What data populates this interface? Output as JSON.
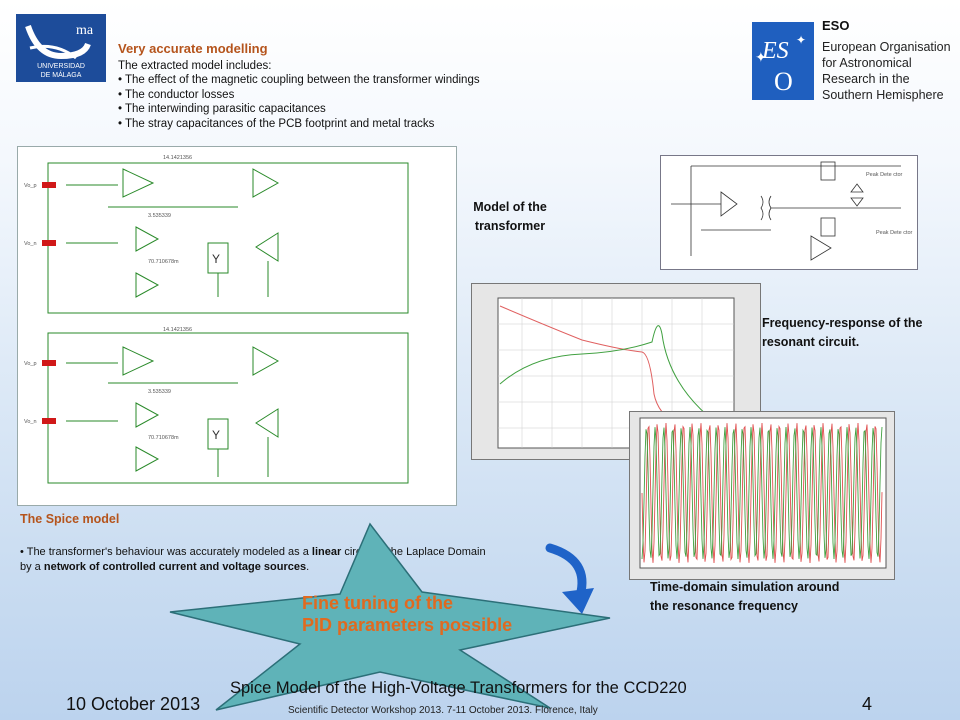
{
  "logos": {
    "uma": {
      "mark": "ma",
      "line1": "UNIVERSIDAD",
      "line2": "DE MÁLAGA"
    },
    "eso": {
      "short": "ESO",
      "lines": [
        "European Organisation",
        "for Astronomical",
        "Research in the",
        "Southern Hemisphere"
      ]
    }
  },
  "intro": {
    "heading": "Very accurate modelling",
    "lead": "The extracted model includes:",
    "bullets": [
      "The effect of the magnetic coupling between the transformer windings",
      "The conductor losses",
      "The interwinding parasitic capacitances",
      "The stray capacitances of the PCB footprint and metal tracks"
    ]
  },
  "labels": {
    "model": "Model of the transformer",
    "freq": "Frequency-response of the resonant circuit.",
    "time": "Time-domain simulation around the resonance frequency"
  },
  "circuit_labels": {
    "peak1": "Peak Dete ctor",
    "peak2": "Peak Dete ctor"
  },
  "schematic_labels": {
    "ports": [
      "Vo_p",
      "Vo_n",
      "Vo_p",
      "Vo_n"
    ],
    "blocks": [
      "Y",
      "Y"
    ],
    "values": [
      "14.1421356",
      "3.535339",
      "70.710678m",
      "14.1421356",
      "3.535339",
      "70.710678m"
    ]
  },
  "spice": {
    "title": "The Spice model",
    "body_pre": "The transformer's behaviour was accurately modeled as a ",
    "body_b1": "linear",
    "body_mid": " circuit in the Laplace Domain by a ",
    "body_b2": "network of controlled current and voltage sources",
    "body_post": "."
  },
  "star": {
    "line1": "Fine tuning of the",
    "line2": "PID parameters possible"
  },
  "footer": {
    "date": "10 October 2013",
    "title": "Spice Model of the High-Voltage Transformers for the CCD220",
    "subtitle": "Scientific Detector Workshop 2013. 7-11 October 2013. Florence, Italy",
    "page": "4"
  },
  "colors": {
    "accent": "#b5541c",
    "star_fill": "#5fb3b8",
    "star_text": "#e06a20",
    "arrow": "#1f63c8"
  }
}
